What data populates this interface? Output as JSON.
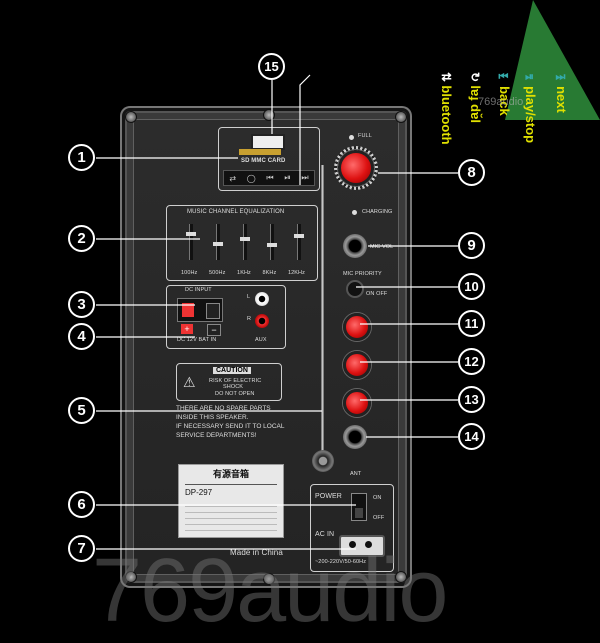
{
  "callouts": [
    "1",
    "2",
    "3",
    "4",
    "5",
    "6",
    "7",
    "8",
    "9",
    "10",
    "11",
    "12",
    "13",
    "14",
    "15"
  ],
  "legend": {
    "next": "next",
    "play_stop": "play/stop",
    "back": "back",
    "loop": "lɐɟ dɐ̆l",
    "bluetooth": "bluetooth",
    "watermark_small": "769audio"
  },
  "panel": {
    "usb_card": "SD MMC CARD",
    "eq_title": "MUSIC CHANNEL EQUALIZATION",
    "eq_bands": [
      "100Hz",
      "500Hz",
      "1KHz",
      "8KHz",
      "12KHz"
    ],
    "eq_levels": [
      0.25,
      0.55,
      0.4,
      0.6,
      0.3
    ],
    "dc_input": "DC INPUT",
    "dc_spec": "DC 12V BAT IN",
    "aux": "AUX",
    "aux_l": "L",
    "aux_r": "R",
    "plus": "+",
    "minus": "−",
    "caution": "CAUTION",
    "caution_l1": "RISK OF ELECTRIC",
    "caution_l2": "SHOCK",
    "caution_l3": "DO NOT OPEN",
    "warn_l1": "THERE ARE NO SPARE PARTS",
    "warn_l2": "INSIDE THIS SPEAKER.",
    "warn_l3": "IF NECESSARY SEND IT TO LOCAL",
    "warn_l4": "SERVICE DEPARTMENTS!",
    "label_title": "有源音箱",
    "model": "DP-297",
    "full": "FULL",
    "charging": "CHARGING",
    "mic_priority": "MIC PRIORITY",
    "on_off": "ON  OFF",
    "mic_vol": "MIC VOL",
    "ant": "ANT",
    "power": "POWER",
    "on": "ON",
    "off": "OFF",
    "ac_in": "AC IN",
    "made_in": "Made in China",
    "voltage": "~200-220V/50-60Hz"
  },
  "watermark": "769audio",
  "colors": {
    "accent_text": "#e0e000",
    "knob": "#d11111",
    "triangle": "#2f8f3c"
  }
}
